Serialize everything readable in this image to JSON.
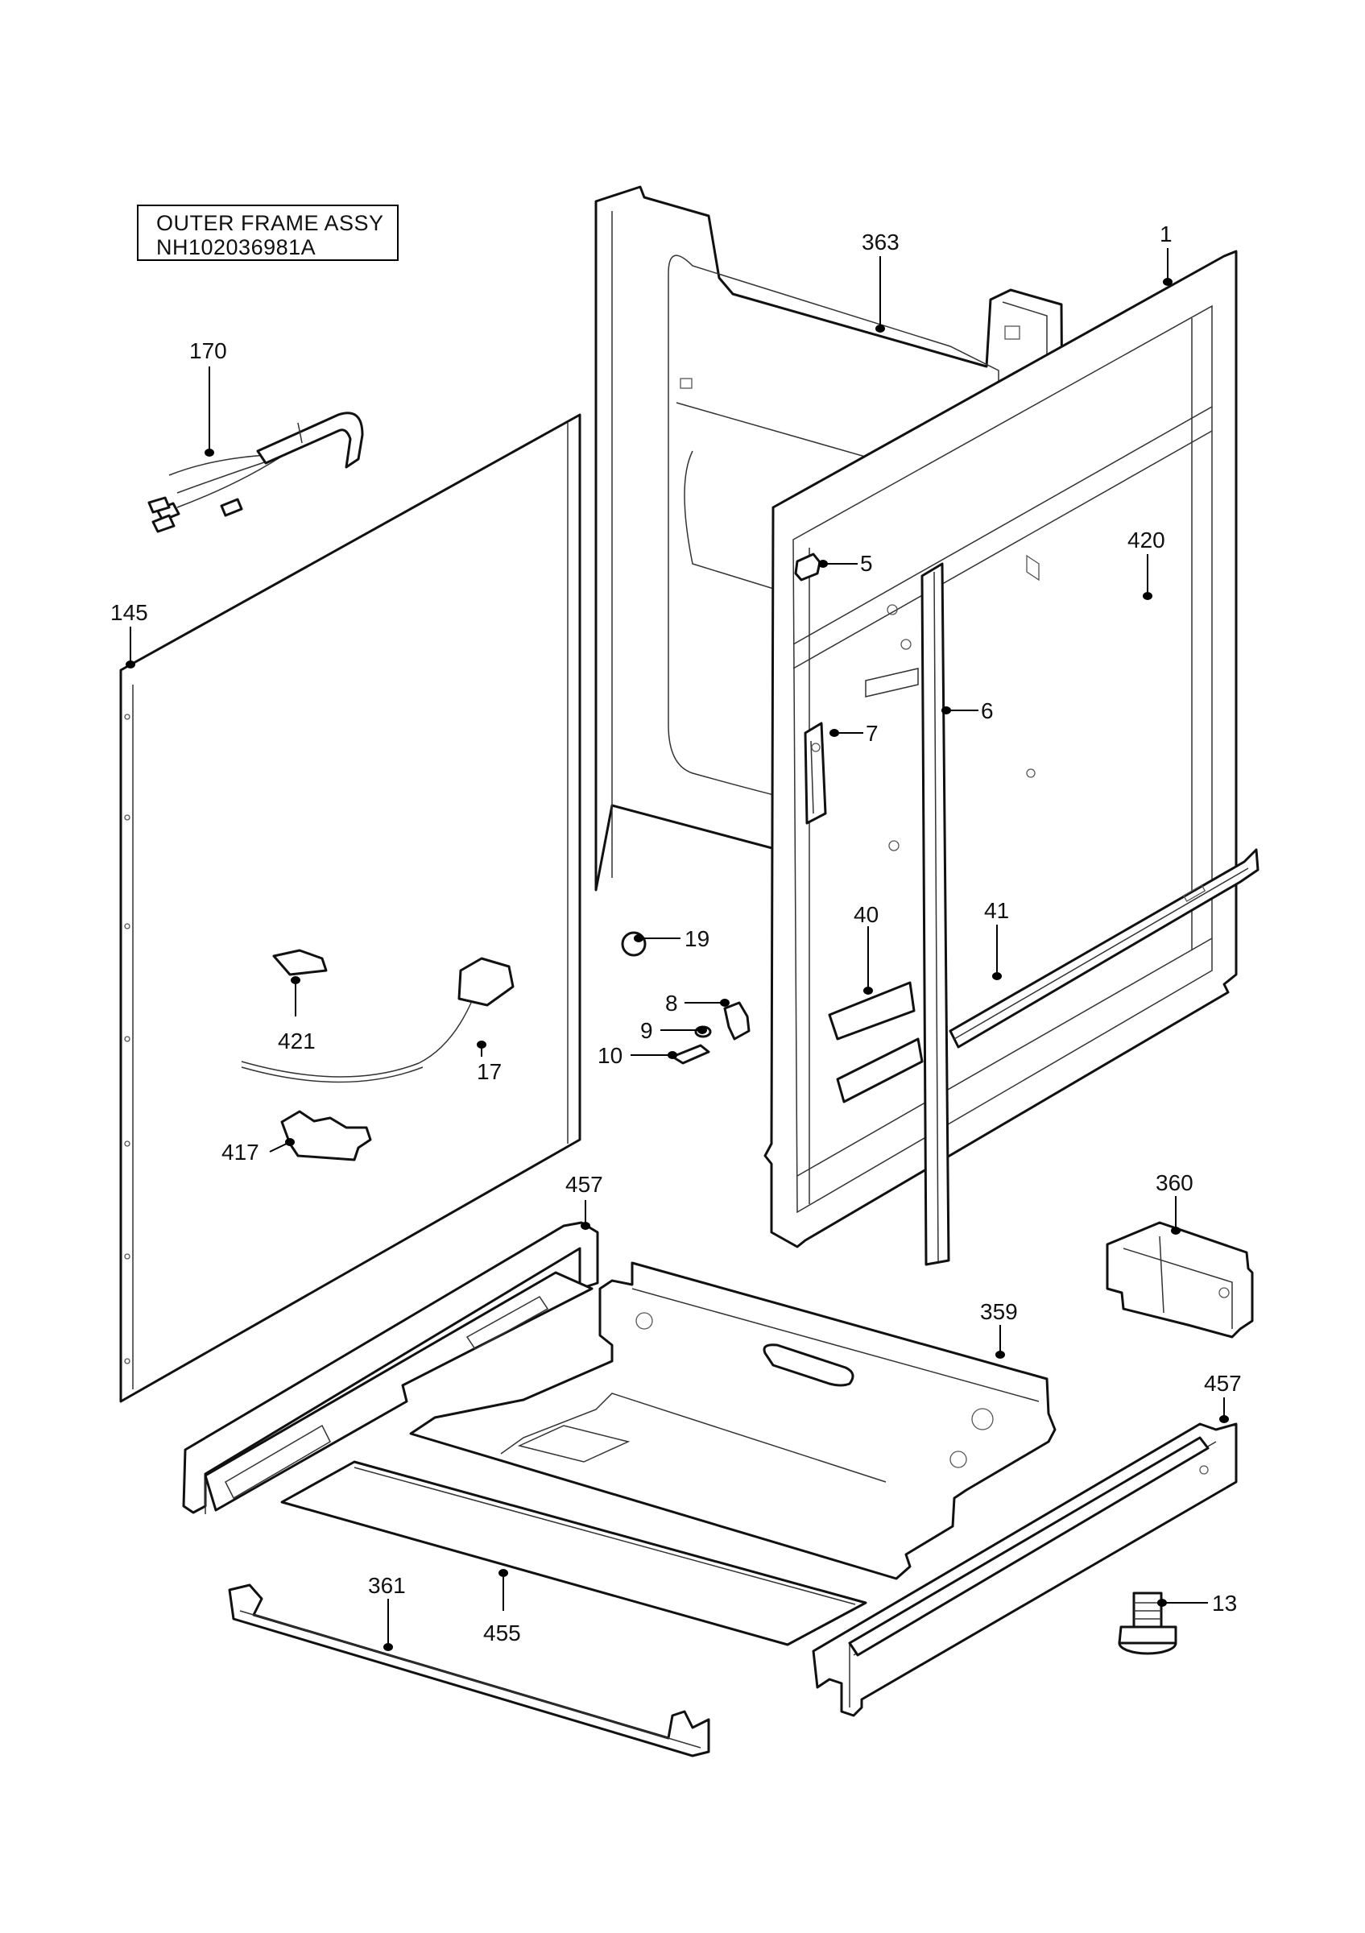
{
  "title": {
    "line1": "OUTER FRAME ASSY",
    "line2": "NH102036981A"
  },
  "callouts": [
    {
      "id": "c1",
      "label": "1"
    },
    {
      "id": "c363",
      "label": "363"
    },
    {
      "id": "c170",
      "label": "170"
    },
    {
      "id": "c420",
      "label": "420"
    },
    {
      "id": "c5",
      "label": "5"
    },
    {
      "id": "c145",
      "label": "145"
    },
    {
      "id": "c6",
      "label": "6"
    },
    {
      "id": "c7",
      "label": "7"
    },
    {
      "id": "c41",
      "label": "41"
    },
    {
      "id": "c40",
      "label": "40"
    },
    {
      "id": "c19",
      "label": "19"
    },
    {
      "id": "c8",
      "label": "8"
    },
    {
      "id": "c9",
      "label": "9"
    },
    {
      "id": "c10",
      "label": "10"
    },
    {
      "id": "c421",
      "label": "421"
    },
    {
      "id": "c17",
      "label": "17"
    },
    {
      "id": "c417",
      "label": "417"
    },
    {
      "id": "c457a",
      "label": "457"
    },
    {
      "id": "c360",
      "label": "360"
    },
    {
      "id": "c359",
      "label": "359"
    },
    {
      "id": "c457b",
      "label": "457"
    },
    {
      "id": "c361",
      "label": "361"
    },
    {
      "id": "c455",
      "label": "455"
    },
    {
      "id": "c13",
      "label": "13"
    }
  ],
  "colors": {
    "line": "#111111",
    "background": "#ffffff"
  }
}
